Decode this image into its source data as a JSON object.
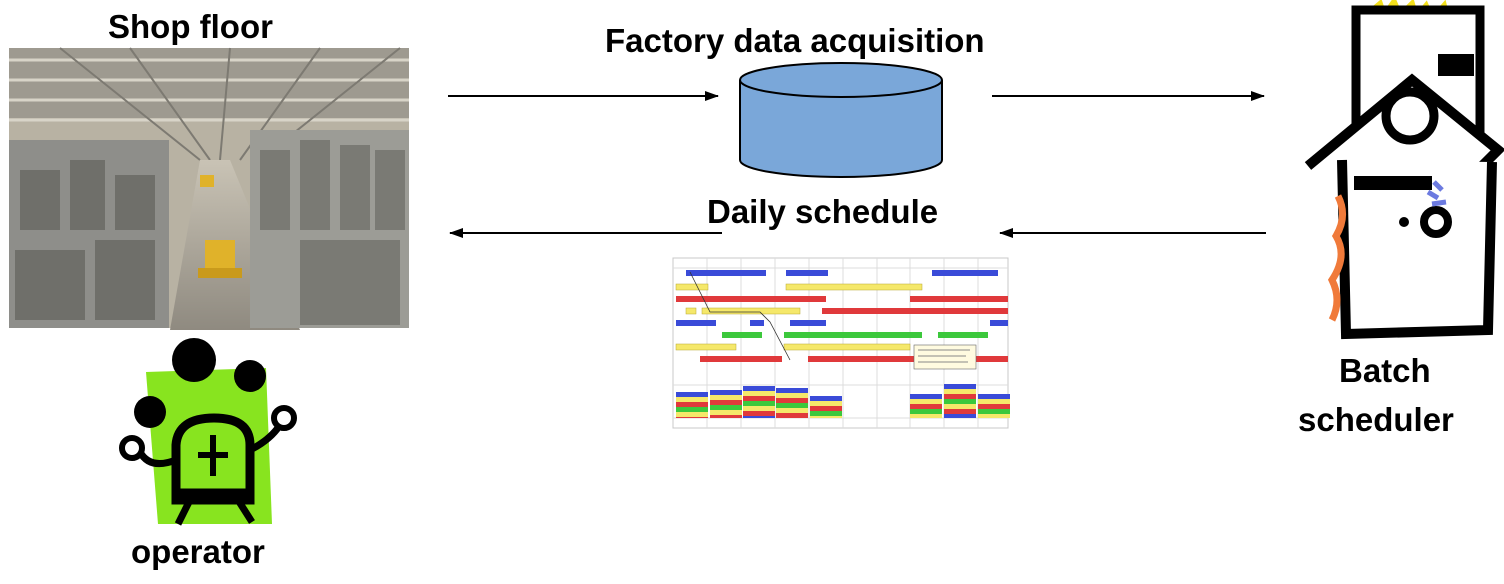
{
  "labels": {
    "shop_floor": "Shop floor",
    "factory_data_acquisition": "Factory data acquisition",
    "daily_schedule": "Daily schedule",
    "batch": "Batch",
    "scheduler": "scheduler",
    "operator": "operator"
  },
  "colors": {
    "database_fill": "#7aa7d9",
    "operator_background": "#88e41f",
    "gantt_blue": "#3a4bd8",
    "gantt_yellow": "#f5e86a",
    "gantt_red": "#e0393b",
    "gantt_green": "#3cc83c",
    "scheduler_accent_yellow": "#f3e01b",
    "scheduler_accent_orange": "#f07a3a",
    "scheduler_accent_blue": "#6c7ae0"
  },
  "icons": [
    "factory-photo",
    "database-cylinder",
    "gantt-chart",
    "batch-scheduler-computer-icon",
    "operator-juggler-icon"
  ]
}
